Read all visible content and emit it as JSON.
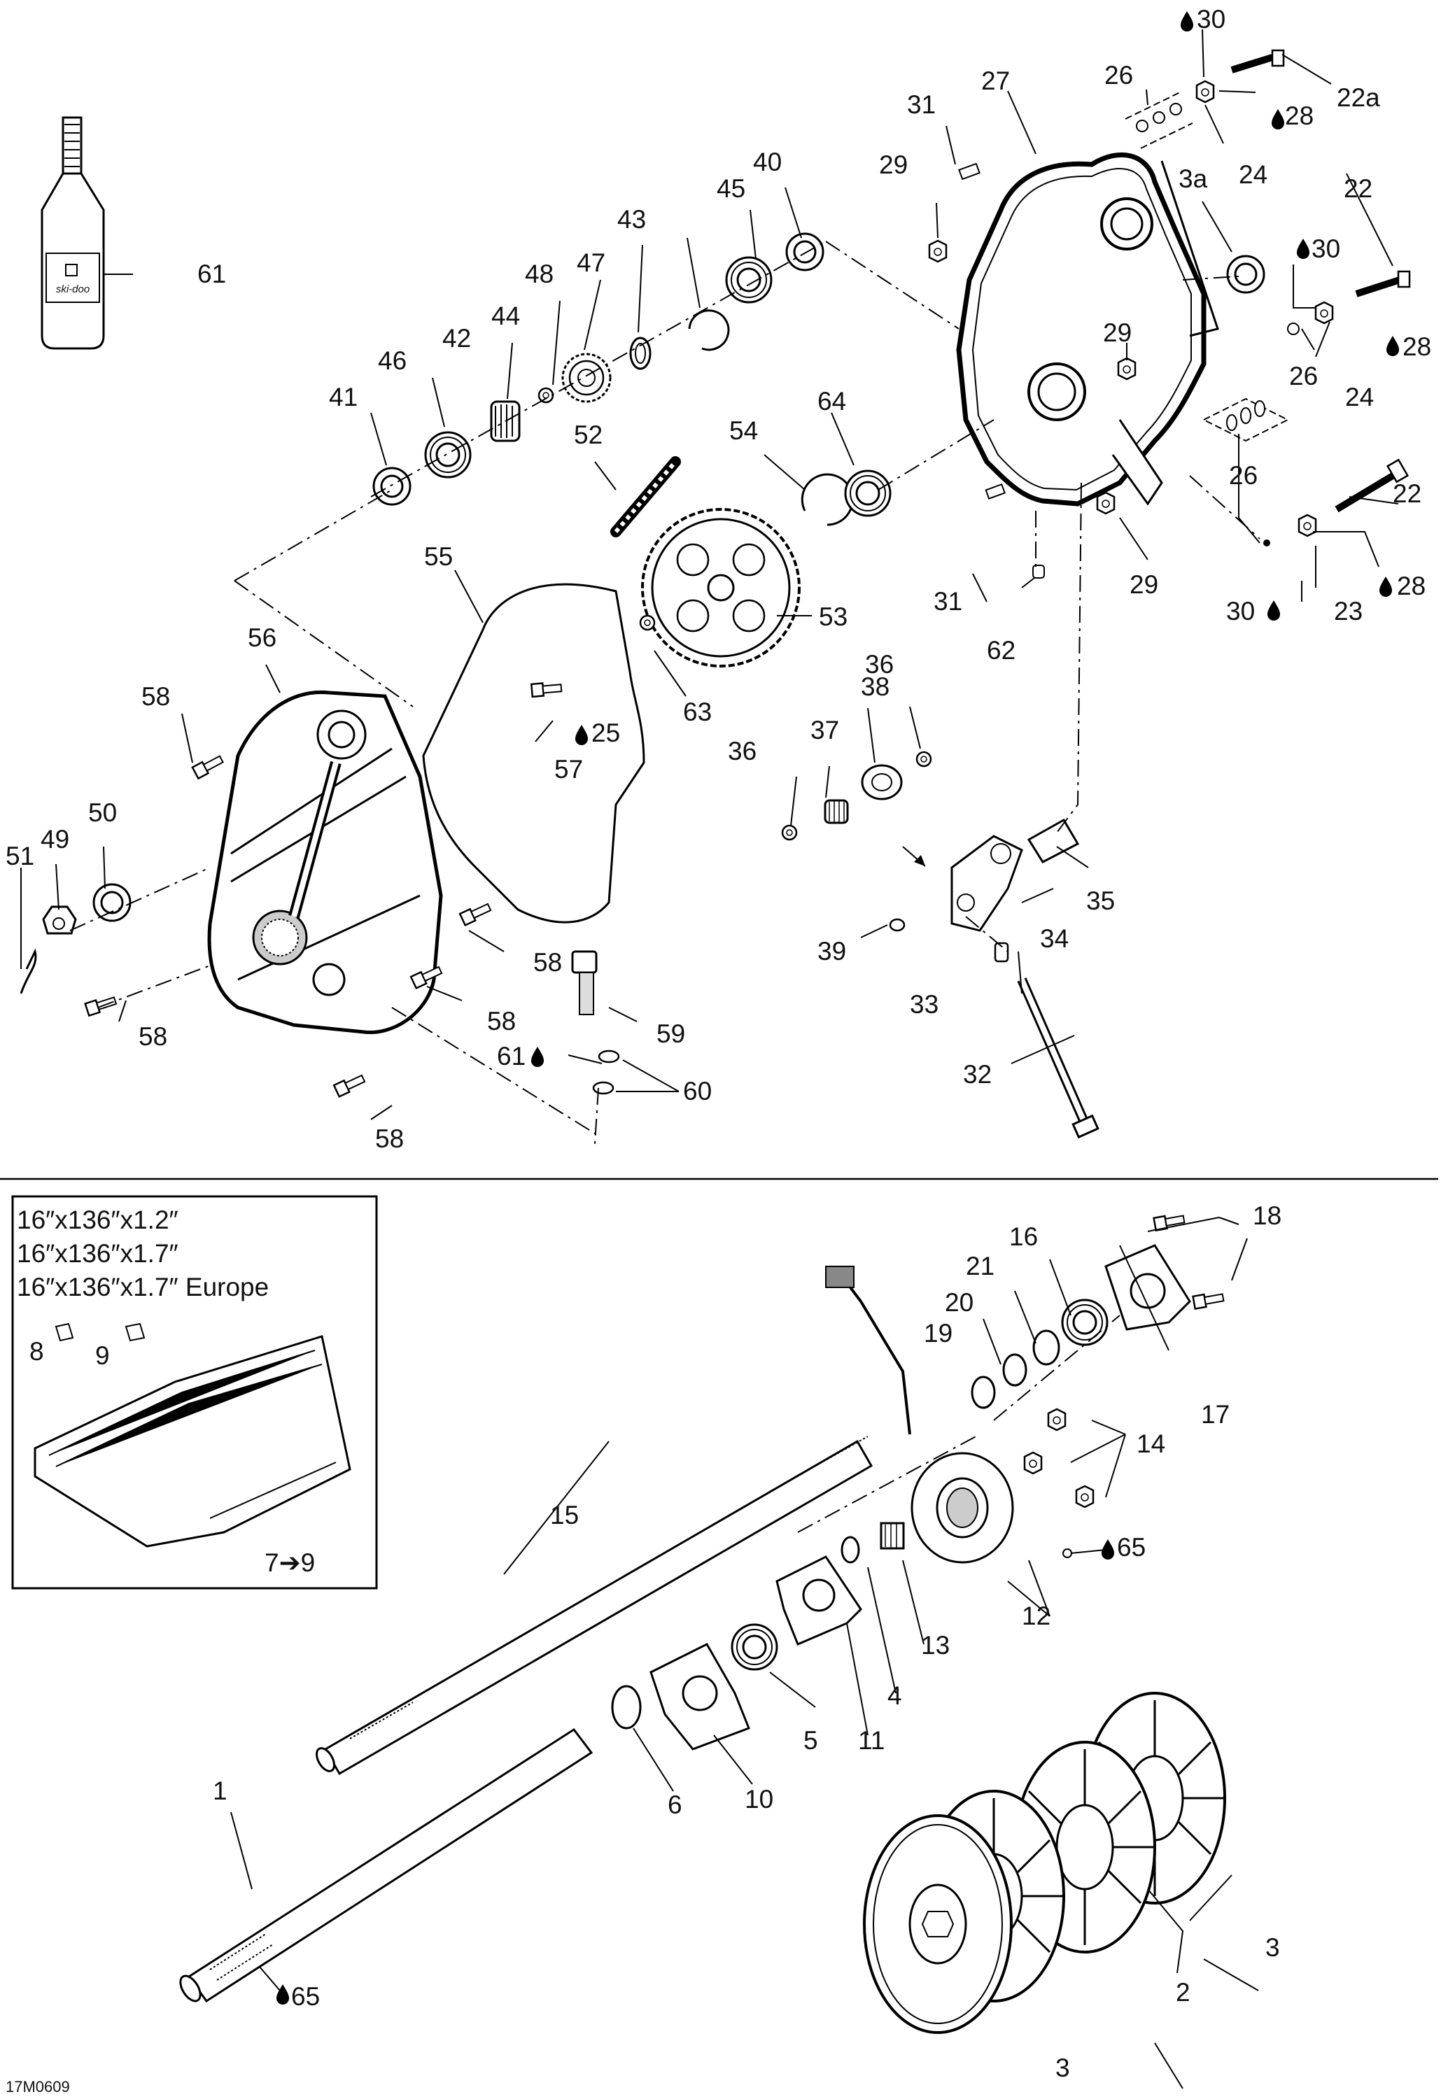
{
  "figure_id": "17M0609",
  "bottle_label": "ski-doo",
  "legend": {
    "lines": [
      "16″x136″x1.2″",
      "16″x136″x1.7″",
      "16″x136″x1.7″ Europe"
    ],
    "range_label": "7➔9"
  },
  "callouts": {
    "c1": "1",
    "c2": "2",
    "c3a": "3",
    "c3b": "3",
    "c3c": "3a",
    "c4": "4",
    "c5": "5",
    "c6": "6",
    "c8": "8",
    "c9": "9",
    "c10": "10",
    "c11": "11",
    "c12": "12",
    "c13": "13",
    "c14": "14",
    "c15": "15",
    "c16": "16",
    "c17": "17",
    "c18": "18",
    "c19": "19",
    "c20": "20",
    "c21": "21",
    "c22a": "22",
    "c22b": "22",
    "c22c": "22a",
    "c23": "23",
    "c24a": "24",
    "c24b": "24",
    "c25": "25",
    "c26a": "26",
    "c26b": "26",
    "c26c": "26",
    "c27": "27",
    "c28a": "28",
    "c28b": "28",
    "c28c": "28",
    "c29a": "29",
    "c29b": "29",
    "c29c": "29",
    "c30a": "30",
    "c30b": "30",
    "c30c": "30",
    "c31a": "31",
    "c31b": "31",
    "c32": "32",
    "c33": "33",
    "c34": "34",
    "c35": "35",
    "c36a": "36",
    "c36b": "36",
    "c37": "37",
    "c38": "38",
    "c39": "39",
    "c40": "40",
    "c41": "41",
    "c42": "42",
    "c43": "43",
    "c44": "44",
    "c45": "45",
    "c46": "46",
    "c47": "47",
    "c48": "48",
    "c49": "49",
    "c50": "50",
    "c51": "51",
    "c52": "52",
    "c53": "53",
    "c54": "54",
    "c55": "55",
    "c56": "56",
    "c57": "57",
    "c58a": "58",
    "c58b": "58",
    "c58c": "58",
    "c58d": "58",
    "c58e": "58",
    "c59": "59",
    "c60": "60",
    "c61a": "61",
    "c61b": "61",
    "c62": "62",
    "c63": "63",
    "c64": "64",
    "c65a": "65",
    "c65b": "65"
  }
}
